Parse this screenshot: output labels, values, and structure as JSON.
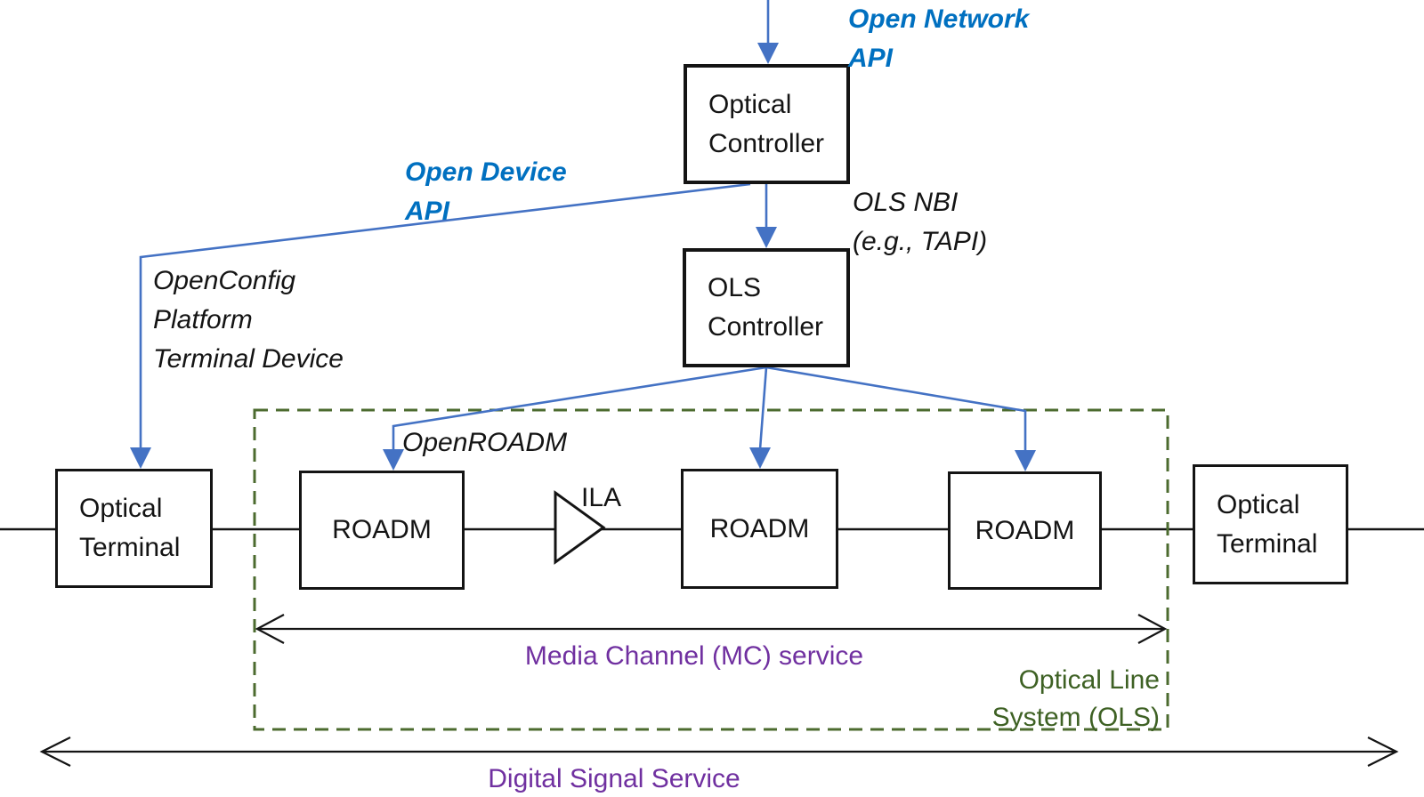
{
  "colors": {
    "blue_line": "#4472C4",
    "blue_text": "#0070C0",
    "purple_text": "#7030A0",
    "green_line": "#4C6B2F",
    "green_text": "#3E6124",
    "black_line": "#141414"
  },
  "boxes": {
    "optical_controller": "Optical\nController",
    "ols_controller": "OLS\nController",
    "optical_terminal_left": "Optical\nTerminal",
    "roadm_1": "ROADM",
    "roadm_2": "ROADM",
    "roadm_3": "ROADM",
    "optical_terminal_right": "Optical\nTerminal",
    "ila": "ILA"
  },
  "labels": {
    "open_network_api": "Open Network\nAPI",
    "open_device_api": "Open Device\nAPI",
    "ols_nbi": "OLS NBI\n(e.g., TAPI)",
    "openconfig": "OpenConfig\nPlatform\nTerminal Device",
    "openroadm": "OpenROADM",
    "media_channel_service": "Media Channel (MC) service",
    "optical_line_system": "Optical Line\nSystem (OLS)",
    "digital_signal_service": "Digital Signal Service"
  }
}
